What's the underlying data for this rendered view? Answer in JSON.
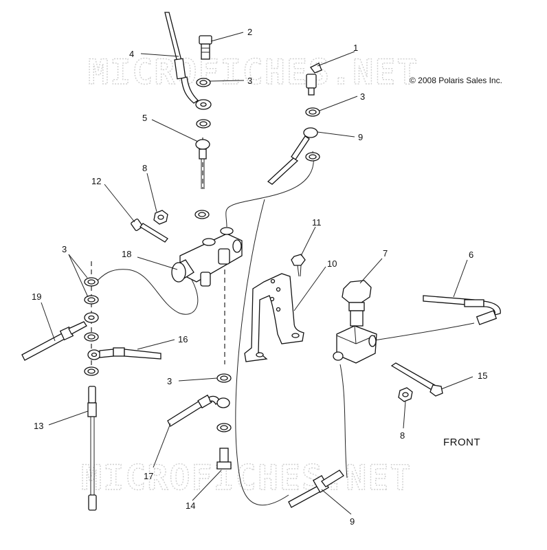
{
  "watermark": {
    "text": "MICROFICHES.NET"
  },
  "copyright": "© 2008 Polaris Sales Inc.",
  "orientation_label": "FRONT",
  "callouts": [
    {
      "id": "c1",
      "number": "1"
    },
    {
      "id": "c2",
      "number": "2"
    },
    {
      "id": "c3a",
      "number": "3"
    },
    {
      "id": "c3b",
      "number": "3"
    },
    {
      "id": "c3c",
      "number": "3"
    },
    {
      "id": "c3d",
      "number": "3"
    },
    {
      "id": "c4",
      "number": "4"
    },
    {
      "id": "c5",
      "number": "5"
    },
    {
      "id": "c6",
      "number": "6"
    },
    {
      "id": "c7",
      "number": "7"
    },
    {
      "id": "c8a",
      "number": "8"
    },
    {
      "id": "c8b",
      "number": "8"
    },
    {
      "id": "c9a",
      "number": "9"
    },
    {
      "id": "c9b",
      "number": "9"
    },
    {
      "id": "c10",
      "number": "10"
    },
    {
      "id": "c11",
      "number": "11"
    },
    {
      "id": "c12",
      "number": "12"
    },
    {
      "id": "c13",
      "number": "13"
    },
    {
      "id": "c14",
      "number": "14"
    },
    {
      "id": "c15",
      "number": "15"
    },
    {
      "id": "c16",
      "number": "16"
    },
    {
      "id": "c17",
      "number": "17"
    },
    {
      "id": "c18",
      "number": "18"
    },
    {
      "id": "c19",
      "number": "19"
    }
  ]
}
